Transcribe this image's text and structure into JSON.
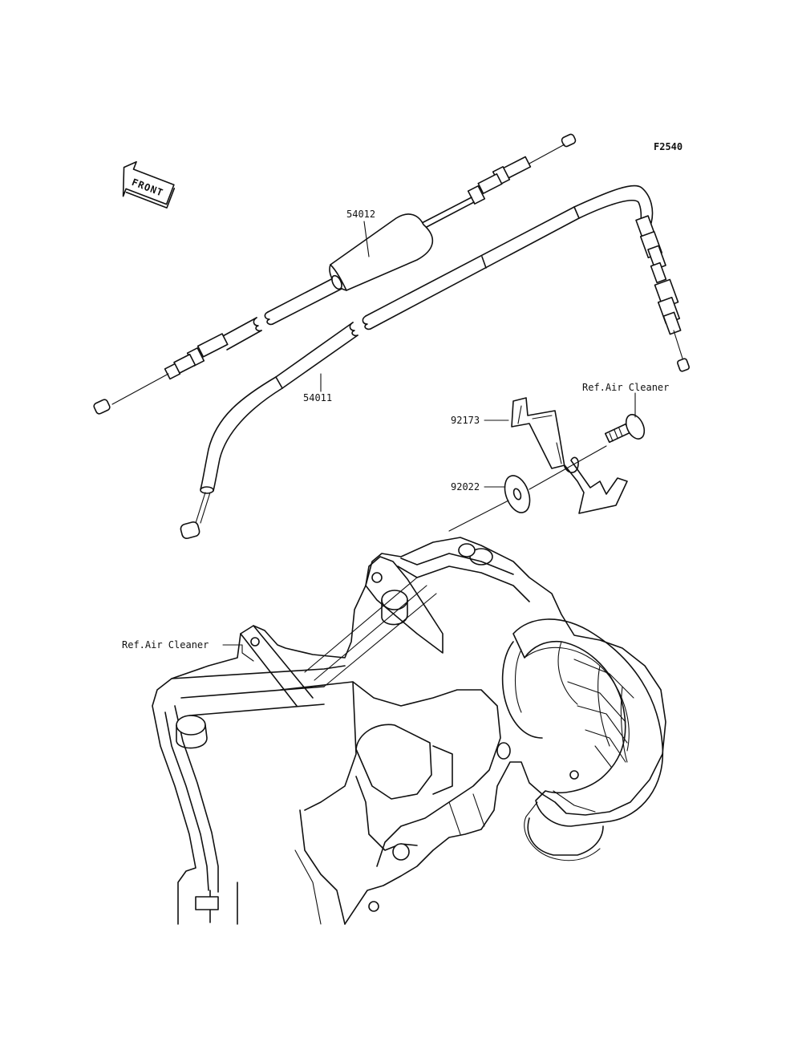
{
  "diagram": {
    "figure_code": "F2540",
    "front_marker": "FRONT",
    "parts": [
      {
        "id": "54012",
        "label": "54012"
      },
      {
        "id": "54011",
        "label": "54011"
      },
      {
        "id": "92173",
        "label": "92173"
      },
      {
        "id": "92022",
        "label": "92022"
      }
    ],
    "references": [
      {
        "id": "ref-top",
        "label": "Ref.Air Cleaner"
      },
      {
        "id": "ref-left",
        "label": "Ref.Air Cleaner"
      }
    ]
  }
}
